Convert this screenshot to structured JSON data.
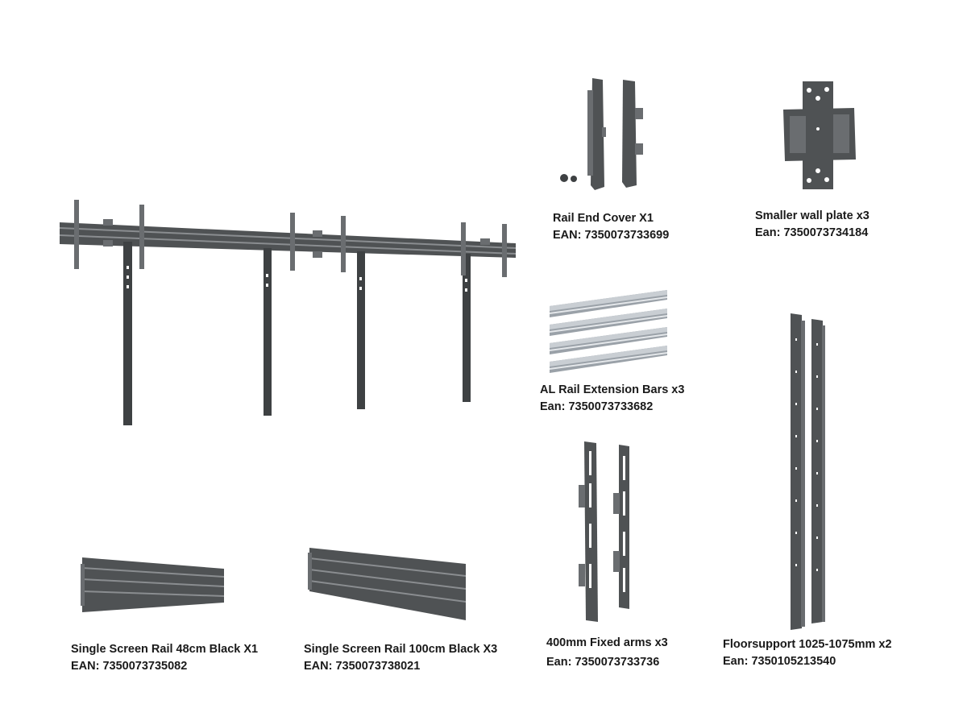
{
  "products": [
    {
      "id": "rail-end-cover",
      "name": "Rail End Cover X1",
      "code": "EAN: 7350073733699"
    },
    {
      "id": "smaller-wall-plate",
      "name": "Smaller wall plate x3",
      "code": "Ean:  7350073734184"
    },
    {
      "id": "al-rail-extension-bars",
      "name": "AL Rail Extension Bars x3",
      "code": "Ean: 7350073733682"
    },
    {
      "id": "single-screen-rail-48",
      "name": "Single Screen Rail 48cm Black X1",
      "code": "EAN: 7350073735082"
    },
    {
      "id": "single-screen-rail-100",
      "name": "Single Screen Rail 100cm Black X3",
      "code": "EAN: 7350073738021"
    },
    {
      "id": "fixed-arms-400",
      "name": "400mm Fixed arms x3",
      "code": "Ean: 7350073733736"
    },
    {
      "id": "floorsupport",
      "name": "Floorsupport 1025-1075mm x2",
      "code": "Ean: 7350105213540"
    }
  ]
}
